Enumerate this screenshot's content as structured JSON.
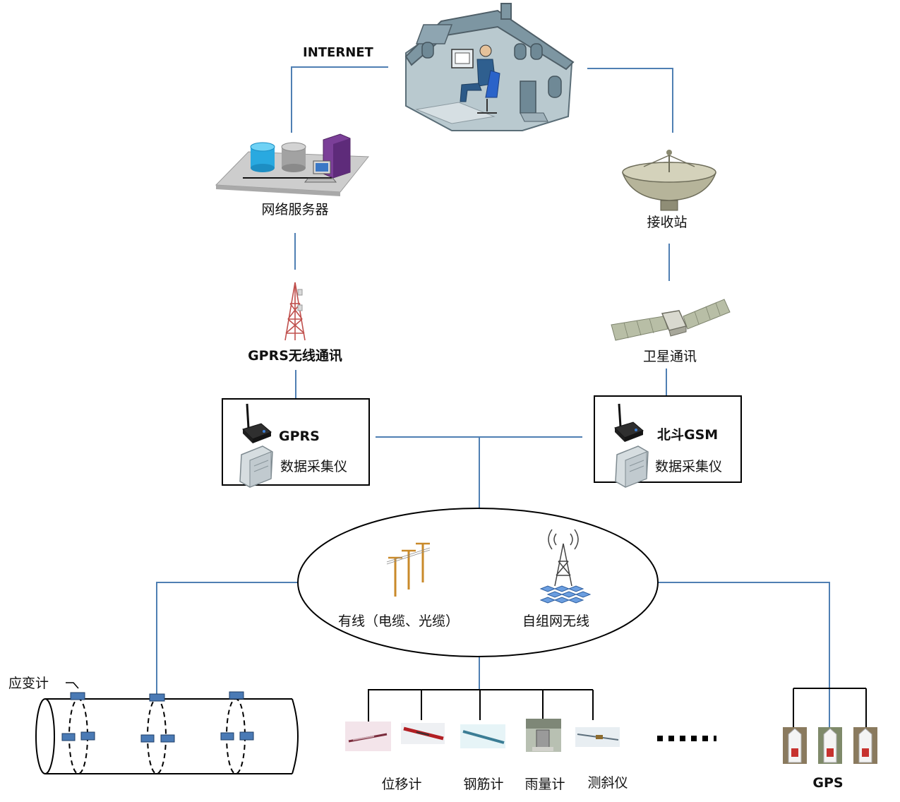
{
  "labels": {
    "internet": "INTERNET",
    "web_server": "网络服务器",
    "receiving_station": "接收站",
    "gprs_wireless": "GPRS无线通讯",
    "satellite_comm": "卫星通讯",
    "gprs_box_title": "GPRS",
    "gprs_box_sub": "数据采集仪",
    "beidou_box_title": "北斗GSM",
    "beidou_box_sub": "数据采集仪",
    "wired": "有线（电缆、光缆）",
    "ad_hoc_wireless": "自组网无线",
    "strain_gauge": "应变计",
    "displacement_meter": "位移计",
    "rebar_meter": "钢筋计",
    "rain_gauge": "雨量计",
    "inclinometer": "测斜仪",
    "gps": "GPS"
  },
  "colors": {
    "connector_line": "#4f7fb3",
    "box_border": "#000000",
    "sensor_block": "#4a7ab5"
  }
}
